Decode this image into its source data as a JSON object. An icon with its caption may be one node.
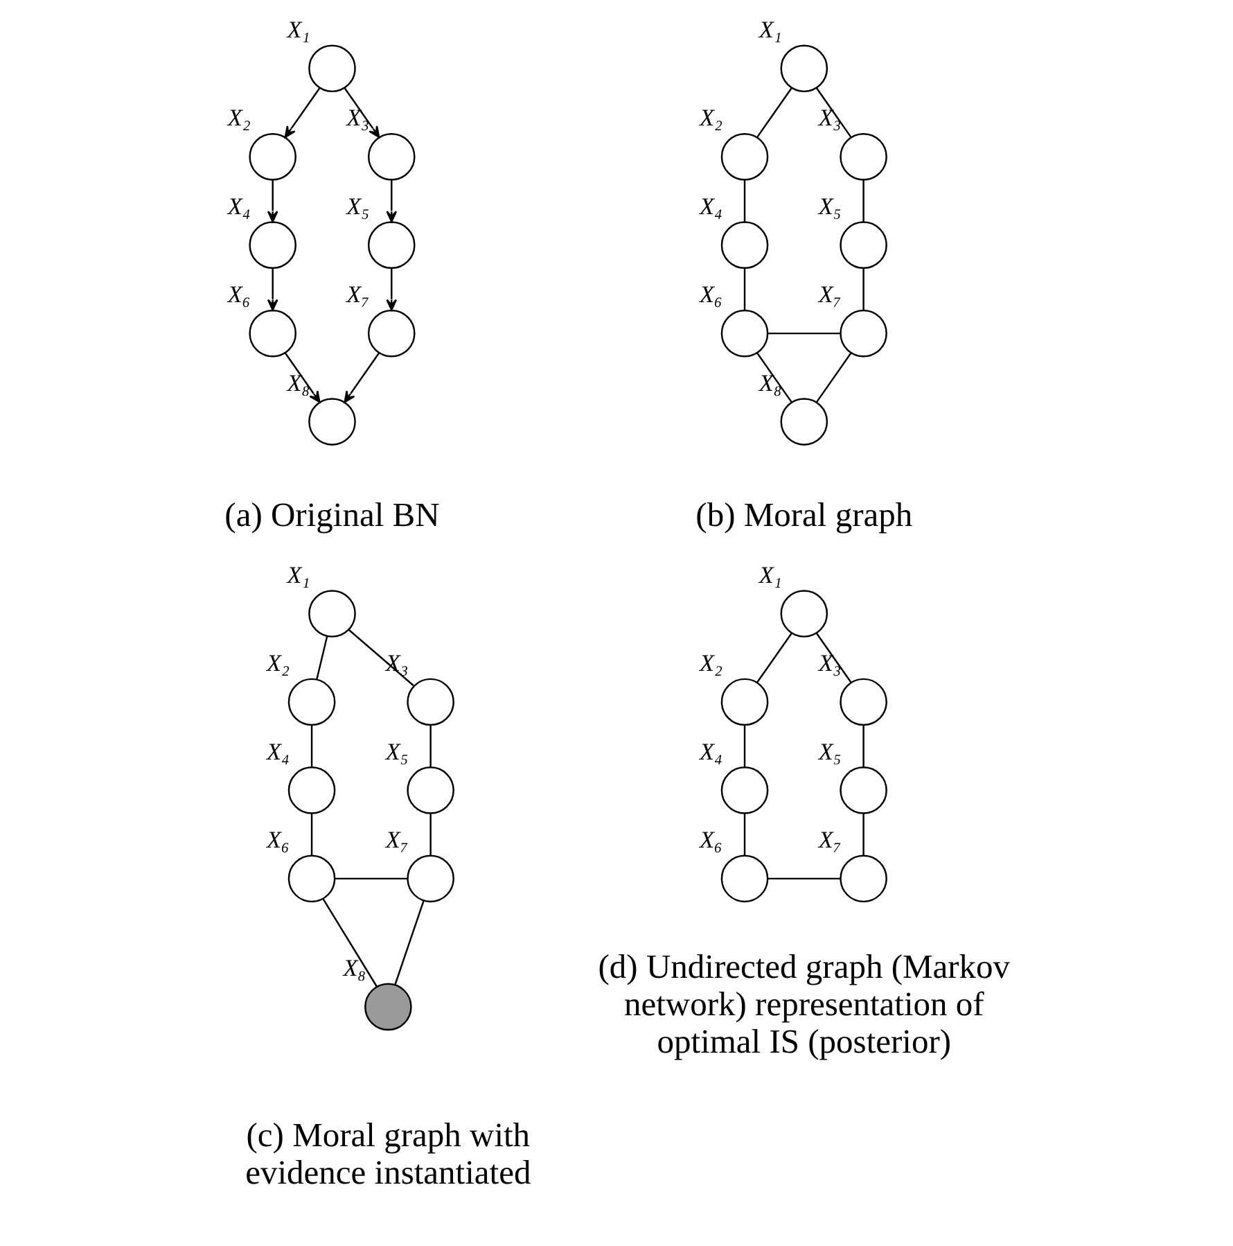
{
  "diagram": {
    "nodes": [
      {
        "text": [],
        "shape": "circle",
        "beside": [
          "X₁"
        ]
      },
      {
        "text": [],
        "shape": "circle",
        "beside": [
          "X₂"
        ]
      },
      {
        "text": [],
        "shape": "circle",
        "beside": [
          "X₃"
        ]
      },
      {
        "text": [],
        "shape": "circle",
        "beside": [
          "X₄"
        ]
      },
      {
        "text": [],
        "shape": "circle",
        "beside": [
          "X₅"
        ]
      },
      {
        "text": [],
        "shape": "circle",
        "beside": [
          "X₆"
        ]
      },
      {
        "text": [],
        "shape": "circle",
        "beside": [
          "X₇"
        ]
      },
      {
        "text": [],
        "shape": "circle",
        "beside": [
          "X₈"
        ]
      },
      {
        "text": [],
        "shape": "circle",
        "beside": [
          "X₁"
        ]
      },
      {
        "text": [],
        "shape": "circle",
        "beside": [
          "X₂"
        ]
      },
      {
        "text": [],
        "shape": "circle",
        "beside": [
          "X₃"
        ]
      },
      {
        "text": [],
        "shape": "circle",
        "beside": [
          "X₄"
        ]
      },
      {
        "text": [],
        "shape": "circle",
        "beside": [
          "X₅"
        ]
      },
      {
        "text": [],
        "shape": "circle",
        "beside": [
          "X₆"
        ]
      },
      {
        "text": [],
        "shape": "circle",
        "beside": [
          "X₇"
        ]
      },
      {
        "text": [],
        "shape": "circle",
        "beside": [
          "X₈"
        ]
      },
      {
        "text": [],
        "shape": "circle",
        "beside": [
          "X₁"
        ]
      },
      {
        "text": [],
        "shape": "circle",
        "beside": [
          "X₂"
        ]
      },
      {
        "text": [],
        "shape": "circle",
        "beside": [
          "X₃"
        ]
      },
      {
        "text": [],
        "shape": "circle",
        "beside": [
          "X₄"
        ]
      },
      {
        "text": [],
        "shape": "circle",
        "beside": [
          "X₅"
        ]
      },
      {
        "text": [],
        "shape": "circle",
        "beside": [
          "X₆"
        ]
      },
      {
        "text": [],
        "shape": "circle",
        "beside": [
          "X₇"
        ]
      },
      {
        "text": [],
        "shape": "circle",
        "beside": [
          "X₈"
        ]
      },
      {
        "text": [],
        "shape": "circle",
        "beside": [
          "X₁"
        ]
      },
      {
        "text": [],
        "shape": "circle",
        "beside": [
          "X₂"
        ]
      },
      {
        "text": [],
        "shape": "circle",
        "beside": [
          "X₃"
        ]
      },
      {
        "text": [],
        "shape": "circle",
        "beside": [
          "X₄"
        ]
      },
      {
        "text": [],
        "shape": "circle",
        "beside": [
          "X₅"
        ]
      },
      {
        "text": [],
        "shape": "circle",
        "beside": [
          "X₆"
        ]
      },
      {
        "text": [],
        "shape": "circle",
        "beside": [
          "X₇"
        ]
      }
    ],
    "edges": [
      {
        "from": 0,
        "to": 1,
        "arrow": "to"
      },
      {
        "from": 0,
        "to": 2,
        "arrow": "to"
      },
      {
        "from": 1,
        "to": 3,
        "arrow": "to"
      },
      {
        "from": 2,
        "to": 4,
        "arrow": "to"
      },
      {
        "from": 3,
        "to": 5,
        "arrow": "to"
      },
      {
        "from": 4,
        "to": 6,
        "arrow": "to"
      },
      {
        "from": 5,
        "to": 7,
        "arrow": "to"
      },
      {
        "from": 6,
        "to": 7,
        "arrow": "to"
      },
      {
        "from": 8,
        "to": 9,
        "arrow": "none"
      },
      {
        "from": 8,
        "to": 10,
        "arrow": "none"
      },
      {
        "from": 9,
        "to": 11,
        "arrow": "none"
      },
      {
        "from": 10,
        "to": 12,
        "arrow": "none"
      },
      {
        "from": 11,
        "to": 13,
        "arrow": "none"
      },
      {
        "from": 12,
        "to": 14,
        "arrow": "none"
      },
      {
        "from": 13,
        "to": 14,
        "arrow": "none"
      },
      {
        "from": 13,
        "to": 15,
        "arrow": "none"
      },
      {
        "from": 14,
        "to": 15,
        "arrow": "none"
      },
      {
        "from": 16,
        "to": 17,
        "arrow": "none"
      },
      {
        "from": 16,
        "to": 18,
        "arrow": "none"
      },
      {
        "from": 17,
        "to": 19,
        "arrow": "none"
      },
      {
        "from": 18,
        "to": 20,
        "arrow": "none"
      },
      {
        "from": 19,
        "to": 21,
        "arrow": "none"
      },
      {
        "from": 20,
        "to": 22,
        "arrow": "none"
      },
      {
        "from": 21,
        "to": 22,
        "arrow": "none"
      },
      {
        "from": 21,
        "to": 23,
        "arrow": "none"
      },
      {
        "from": 22,
        "to": 23,
        "arrow": "none"
      },
      {
        "from": 24,
        "to": 25,
        "arrow": "none"
      },
      {
        "from": 24,
        "to": 26,
        "arrow": "none"
      },
      {
        "from": 25,
        "to": 27,
        "arrow": "none"
      },
      {
        "from": 26,
        "to": 28,
        "arrow": "none"
      },
      {
        "from": 27,
        "to": 29,
        "arrow": "none"
      },
      {
        "from": 28,
        "to": 30,
        "arrow": "none"
      },
      {
        "from": 29,
        "to": 30,
        "arrow": "none"
      }
    ],
    "labels": [
      "(a) Original BN",
      "(b) Moral graph",
      "(c) Moral graph with evidence instantiated",
      "(d) Undirected graph (Markov network) representation of optimal IS (posterior)"
    ]
  }
}
